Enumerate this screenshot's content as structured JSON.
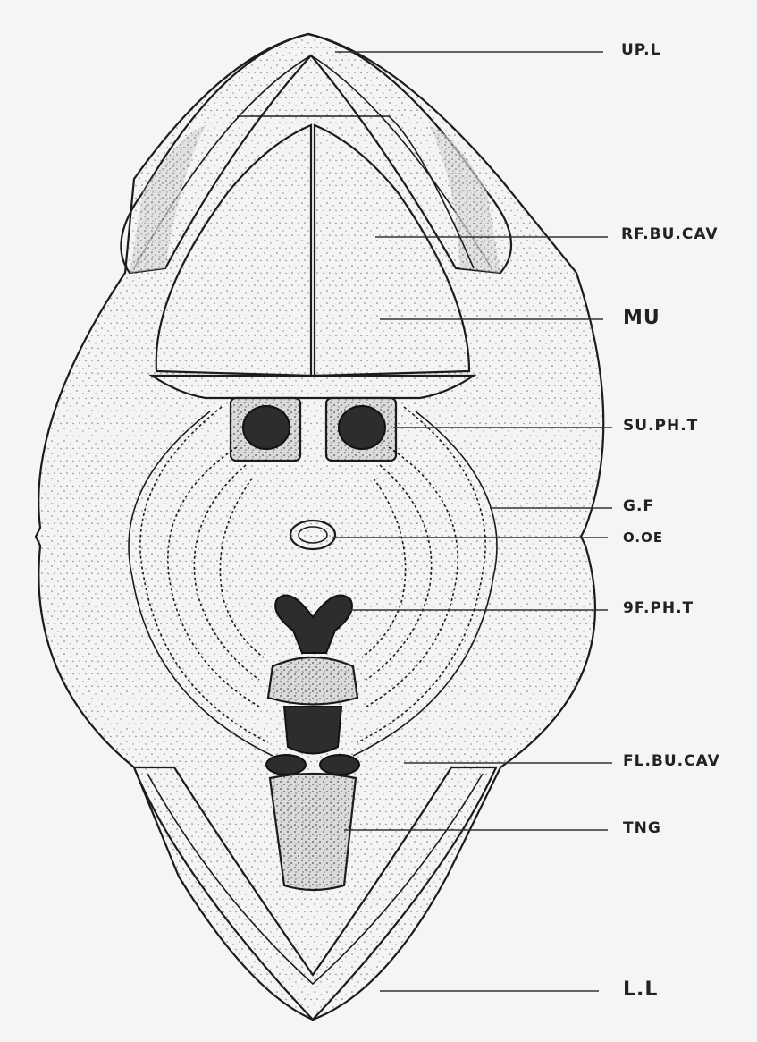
{
  "labels": {
    "upper_lip": "UP.L",
    "roof_buccal_cavity": "RF.BU.CAV",
    "muscle": "MU",
    "superior_pharyngeal_tooth": "SU.PH.T",
    "gill_filaments": "G.F",
    "oesophagus": "O.OE",
    "inferior_pharyngeal_tooth": "9F.PH.T",
    "floor_buccal_cavity": "FL.BU.CAV",
    "tongue": "TNG",
    "lower_lip": "L.L"
  }
}
